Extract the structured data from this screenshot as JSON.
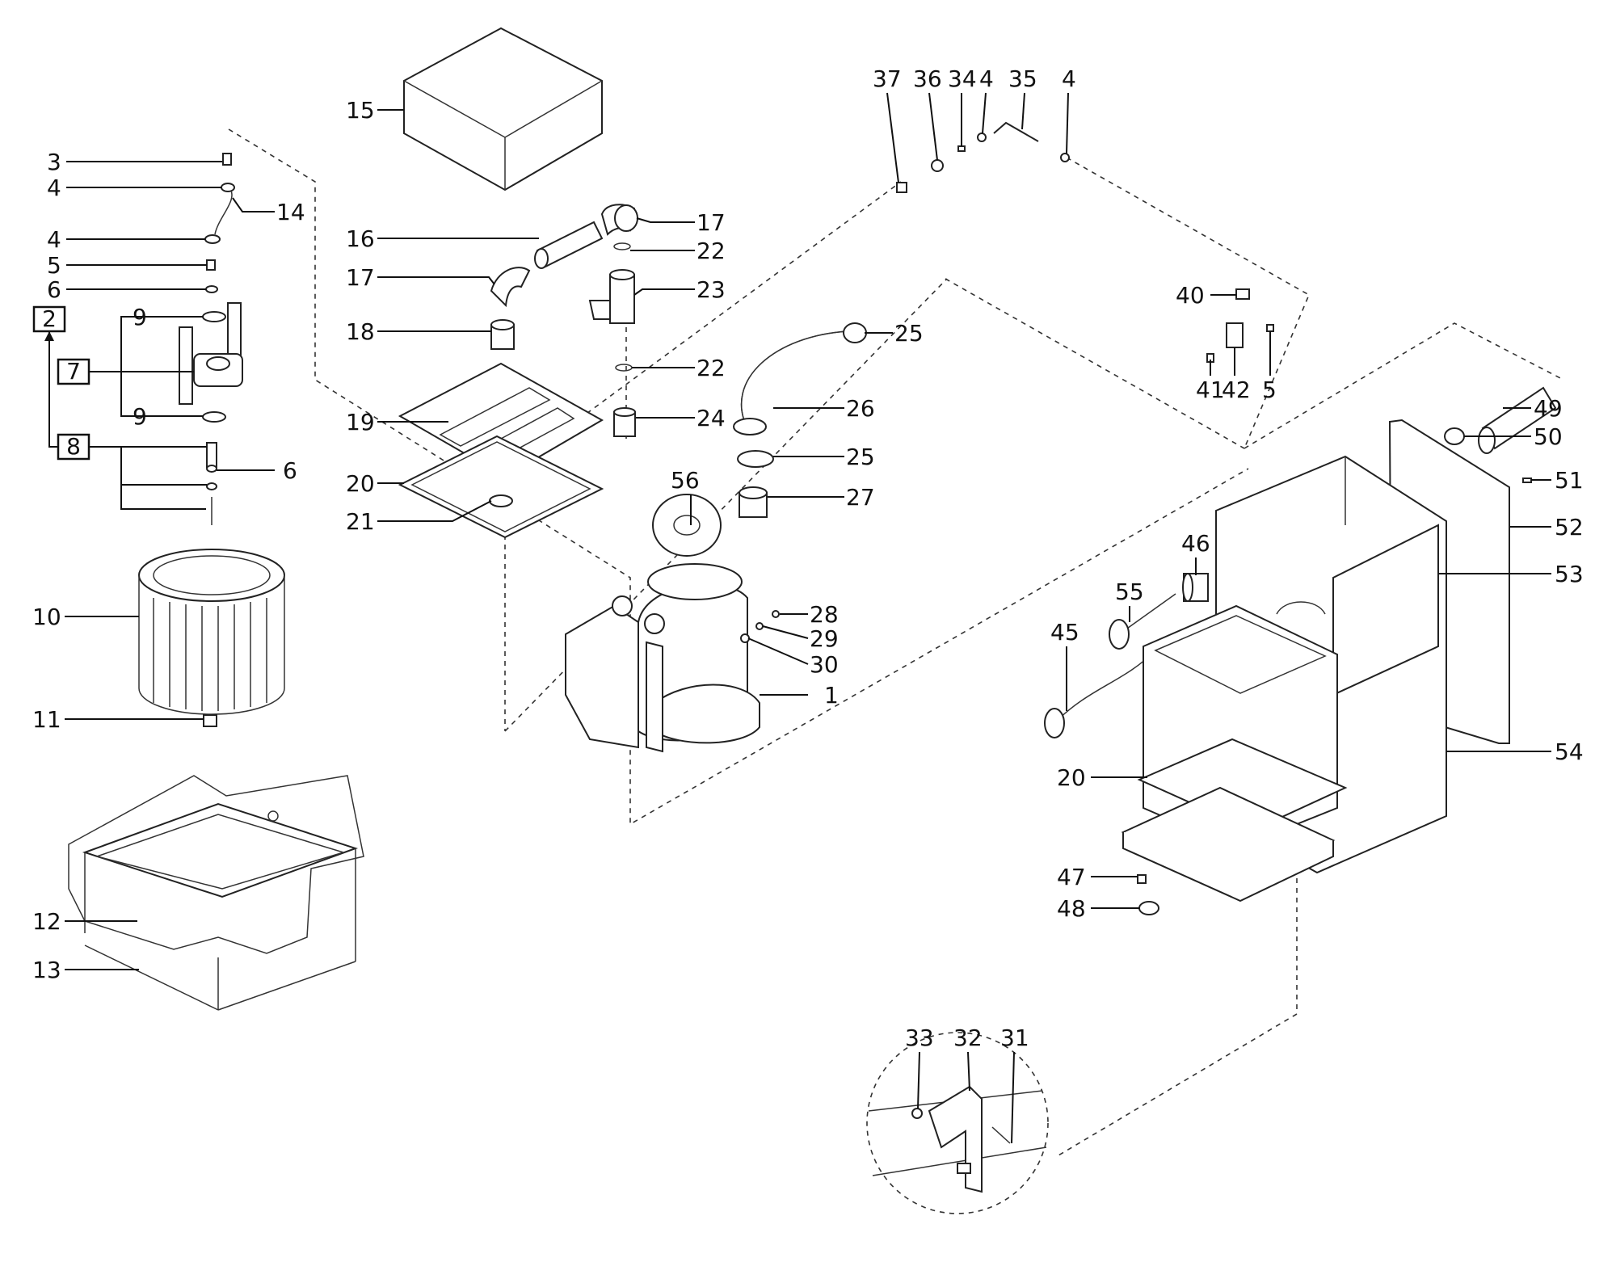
{
  "callouts": {
    "c1": "1",
    "c2": "2",
    "c3": "3",
    "c4a": "4",
    "c4b": "4",
    "c4c": "4",
    "c4d": "4",
    "c5a": "5",
    "c5b": "5",
    "c6a": "6",
    "c6b": "6",
    "c7": "7",
    "c8": "8",
    "c9a": "9",
    "c9b": "9",
    "c10": "10",
    "c11": "11",
    "c12": "12",
    "c13": "13",
    "c14": "14",
    "c15": "15",
    "c16": "16",
    "c17a": "17",
    "c17b": "17",
    "c18": "18",
    "c19": "19",
    "c20a": "20",
    "c20b": "20",
    "c21": "21",
    "c22a": "22",
    "c22b": "22",
    "c23": "23",
    "c24": "24",
    "c25a": "25",
    "c25b": "25",
    "c26": "26",
    "c27": "27",
    "c28": "28",
    "c29": "29",
    "c30": "30",
    "c31": "31",
    "c32": "32",
    "c33": "33",
    "c34": "34",
    "c35": "35",
    "c36": "36",
    "c37": "37",
    "c40": "40",
    "c41": "41",
    "c42": "42",
    "c45": "45",
    "c46": "46",
    "c47": "47",
    "c48": "48",
    "c49": "49",
    "c50": "50",
    "c51": "51",
    "c52": "52",
    "c53": "53",
    "c54": "54",
    "c55": "55",
    "c56": "56"
  }
}
